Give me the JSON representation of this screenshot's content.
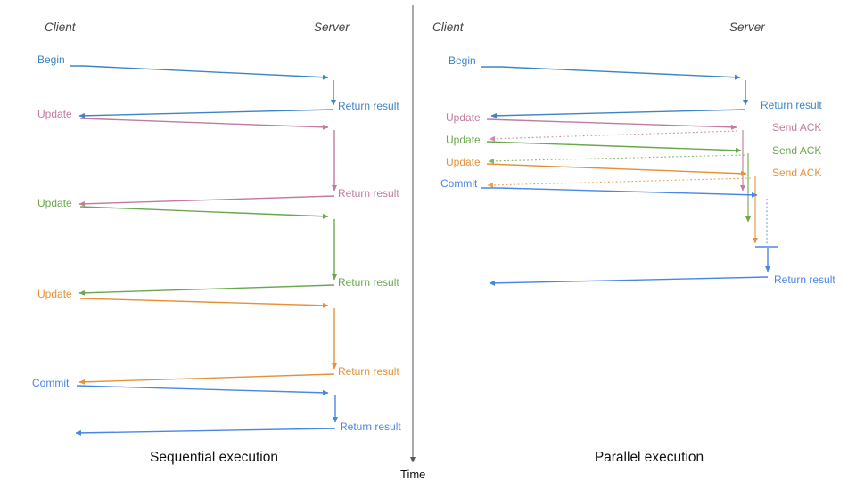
{
  "colors": {
    "begin_blue": "#3d85c6",
    "update_pink": "#c27ba0",
    "update_green": "#6aa84f",
    "update_orange": "#e69138",
    "commit_blue": "#4a86e8",
    "axis_gray": "#595959",
    "header_gray": "#434343"
  },
  "left_panel": {
    "client_header": "Client",
    "server_header": "Server",
    "caption": "Sequential execution",
    "messages": [
      {
        "request": "Begin",
        "response": "Return result"
      },
      {
        "request": "Update",
        "response": "Return result"
      },
      {
        "request": "Update",
        "response": "Return result"
      },
      {
        "request": "Update",
        "response": "Return result"
      },
      {
        "request": "Commit",
        "response": "Return result"
      }
    ]
  },
  "right_panel": {
    "client_header": "Client",
    "server_header": "Server",
    "caption": "Parallel execution",
    "messages": [
      {
        "request": "Begin",
        "response": "Return result"
      },
      {
        "request": "Update",
        "response": "Send ACK"
      },
      {
        "request": "Update",
        "response": "Send ACK"
      },
      {
        "request": "Update",
        "response": "Send ACK"
      },
      {
        "request": "Commit",
        "response": "Return result"
      }
    ]
  },
  "time_axis": {
    "label": "Time"
  }
}
